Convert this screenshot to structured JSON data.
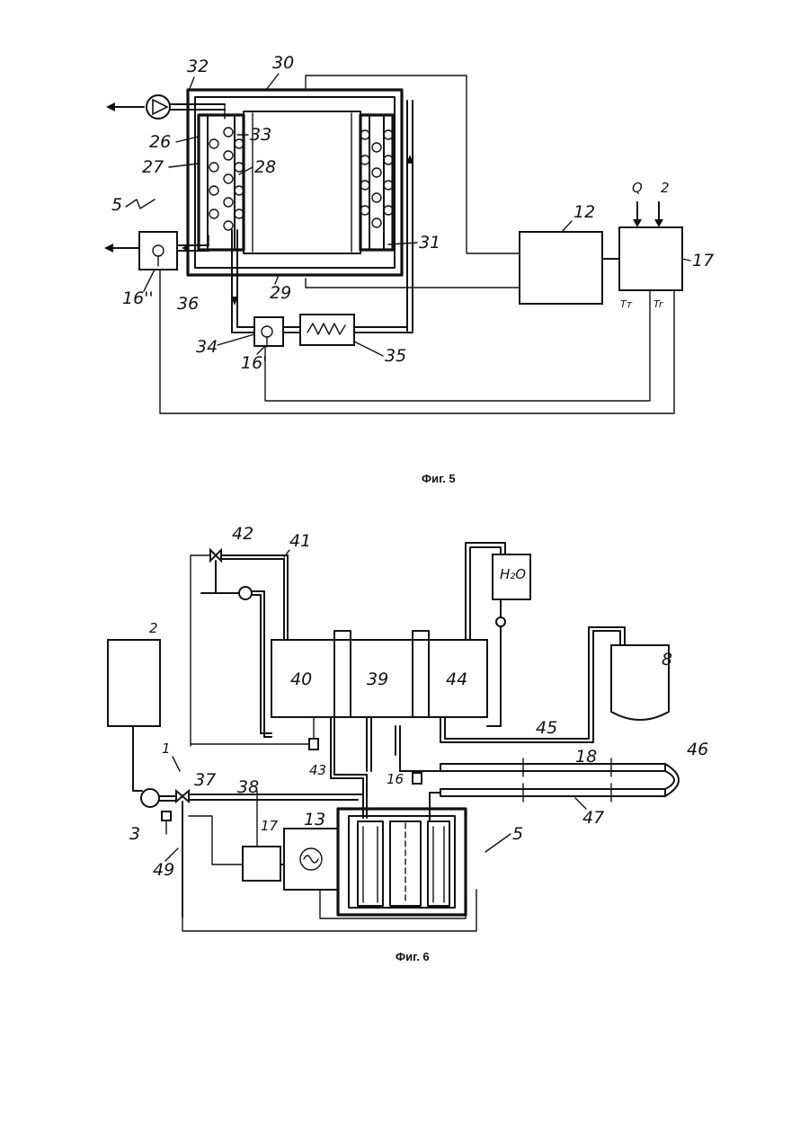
{
  "fig5": {
    "caption": "Фиг. 5",
    "labels": {
      "n32": "32",
      "n30": "30",
      "n26": "26",
      "n33": "33",
      "n27": "27",
      "n28": "28",
      "n5": "5",
      "n31": "31",
      "n12": "12",
      "n17": "17",
      "nQ": "Q",
      "n2": "2",
      "n16b": "16''",
      "n36": "36",
      "n29": "29",
      "n34": "34",
      "n16a": "16'",
      "n35": "35",
      "tl": "Tт",
      "tr": "Tr"
    }
  },
  "fig6": {
    "caption": "Фиг. 6",
    "labels": {
      "n42": "42",
      "n41": "41",
      "n2": "2",
      "n40": "40",
      "n39": "39",
      "n44": "44",
      "h2o": "H₂O",
      "n8": "8",
      "n45": "45",
      "n43": "43",
      "n16": "16",
      "n18": "18",
      "n46": "46",
      "n1": "1",
      "n37": "37",
      "n38": "38",
      "n13": "13",
      "n17": "17",
      "n3": "3",
      "n49": "49",
      "n47": "47",
      "n5": "5"
    }
  }
}
